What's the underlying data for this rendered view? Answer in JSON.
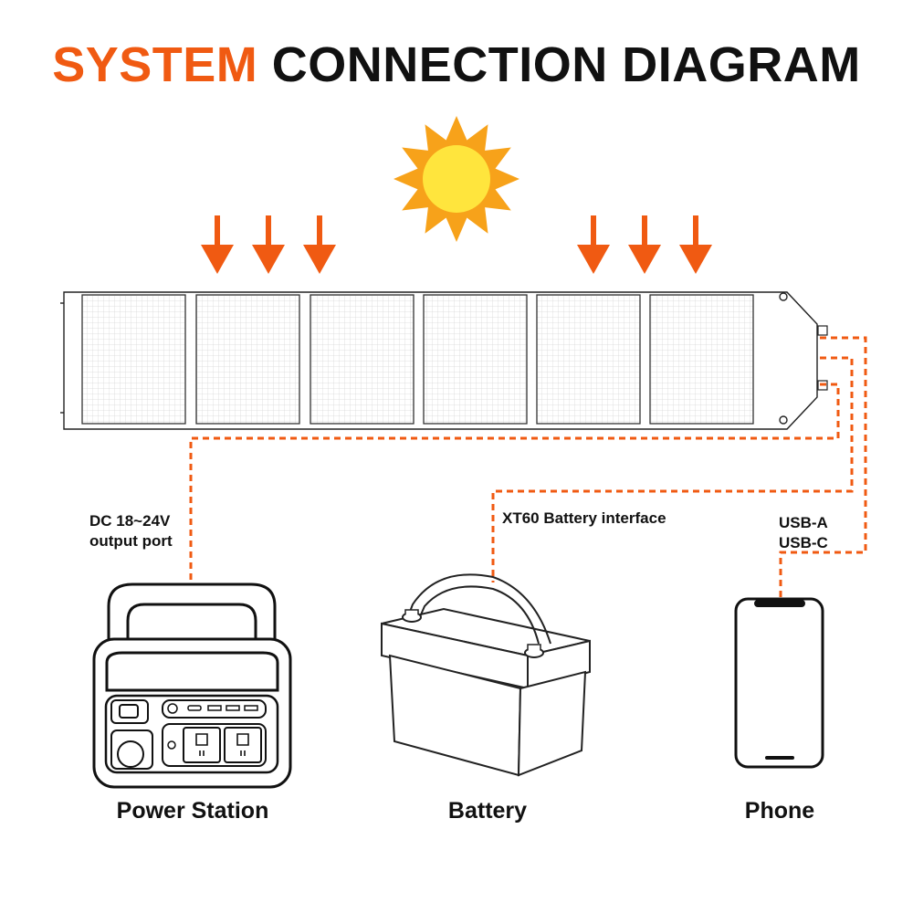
{
  "title": {
    "accent": "SYSTEM",
    "rest": "CONNECTION DIAGRAM"
  },
  "colors": {
    "accent": "#f05a12",
    "sun_outer": "#f7a21a",
    "sun_inner": "#ffe53d",
    "line": "#111111"
  },
  "ports": {
    "dc_line1": "DC 18~24V",
    "dc_line2": "output port",
    "xt60": "XT60 Battery interface",
    "usb_a": "USB-A",
    "usb_c": "USB-C"
  },
  "devices": {
    "power_station": "Power Station",
    "battery": "Battery",
    "phone": "Phone"
  },
  "icons": [
    "sun-icon",
    "arrow-down-icon",
    "solar-panel",
    "power-station-icon",
    "battery-icon",
    "phone-icon"
  ]
}
